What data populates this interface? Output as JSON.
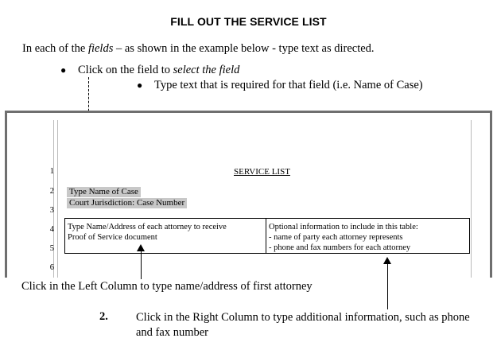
{
  "title": "FILL OUT THE SERVICE LIST",
  "intro": {
    "before": "In each of the ",
    "em": "fields",
    "after": " – as shown in the example below - type text as directed."
  },
  "bullets": [
    {
      "before": "Click on the field to ",
      "em": "select the field"
    },
    {
      "text": "Type text that is required for that field (i.e. Name of Case)"
    }
  ],
  "bullet_glyph": "●",
  "document": {
    "line_numbers": [
      "1",
      "2",
      "3",
      "4",
      "5",
      "6"
    ],
    "heading": "SERVICE LIST",
    "case_name_field": "Type Name of Case",
    "court_field": "Court Jurisdiction: Case Number",
    "table": {
      "left_lines": [
        "Type Name/Address of each attorney to receive",
        "Proof of Service document"
      ],
      "right_lines": [
        "Optional information to include in this table:",
        "- name of party each attorney represents",
        "- phone and fax numbers for each attorney"
      ]
    }
  },
  "caption_left": "Click in the Left Column to type name/address of first attorney",
  "step_number": "2.",
  "caption_right": "Click in the Right Column to type additional information, such as phone and fax number",
  "colors": {
    "highlight": "#c8c8c8",
    "frame": "#6f6f6f"
  }
}
